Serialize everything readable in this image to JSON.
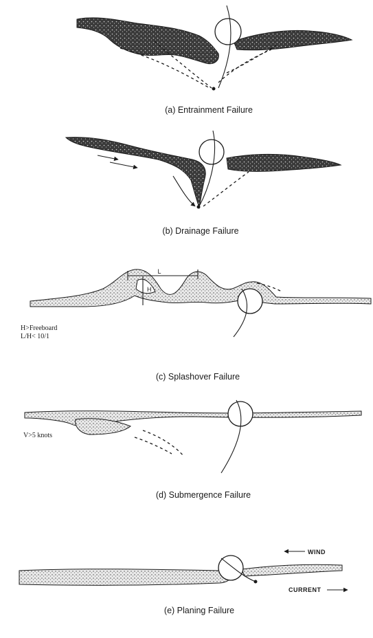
{
  "panels": {
    "a": {
      "caption": "(a) Entrainment Failure"
    },
    "b": {
      "caption": "(b) Drainage Failure"
    },
    "c": {
      "caption": "(c) Splashover Failure",
      "wave_length_label": "L",
      "wave_height_label": "H",
      "condition_1": "H>Freeboard",
      "condition_2": "L/H< 10/1"
    },
    "d": {
      "caption": "(d) Submergence Failure",
      "condition": "V>5 knots"
    },
    "e": {
      "caption": "(e) Planing Failure",
      "wind_label": "WIND",
      "current_label": "CURRENT"
    }
  },
  "colors": {
    "ink": "#1a1a1a",
    "background": "#ffffff"
  }
}
